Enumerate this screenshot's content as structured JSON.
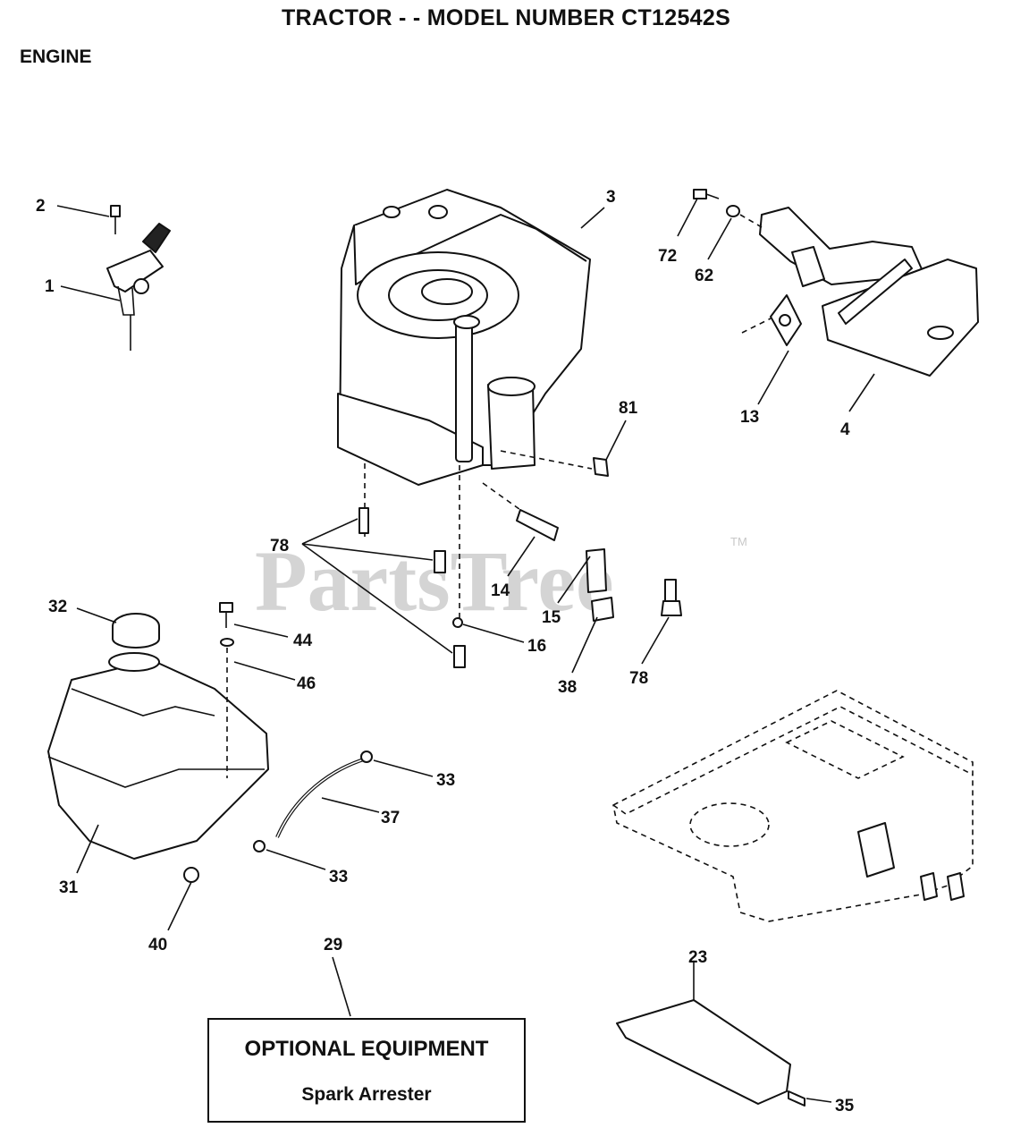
{
  "header": {
    "title": "TRACTOR - - MODEL NUMBER CT12542S",
    "section": "ENGINE"
  },
  "watermark": {
    "text": "PartsTree",
    "trademark": "TM"
  },
  "optional_box": {
    "title": "OPTIONAL EQUIPMENT",
    "item": "Spark Arrester"
  },
  "callouts": {
    "c1": "1",
    "c2": "2",
    "c3": "3",
    "c4": "4",
    "c13": "13",
    "c14": "14",
    "c15": "15",
    "c16": "16",
    "c23": "23",
    "c29": "29",
    "c31": "31",
    "c32": "32",
    "c33a": "33",
    "c33b": "33",
    "c35": "35",
    "c37": "37",
    "c38": "38",
    "c40": "40",
    "c44": "44",
    "c46": "46",
    "c62": "62",
    "c72": "72",
    "c78a": "78",
    "c78b": "78",
    "c81": "81"
  }
}
